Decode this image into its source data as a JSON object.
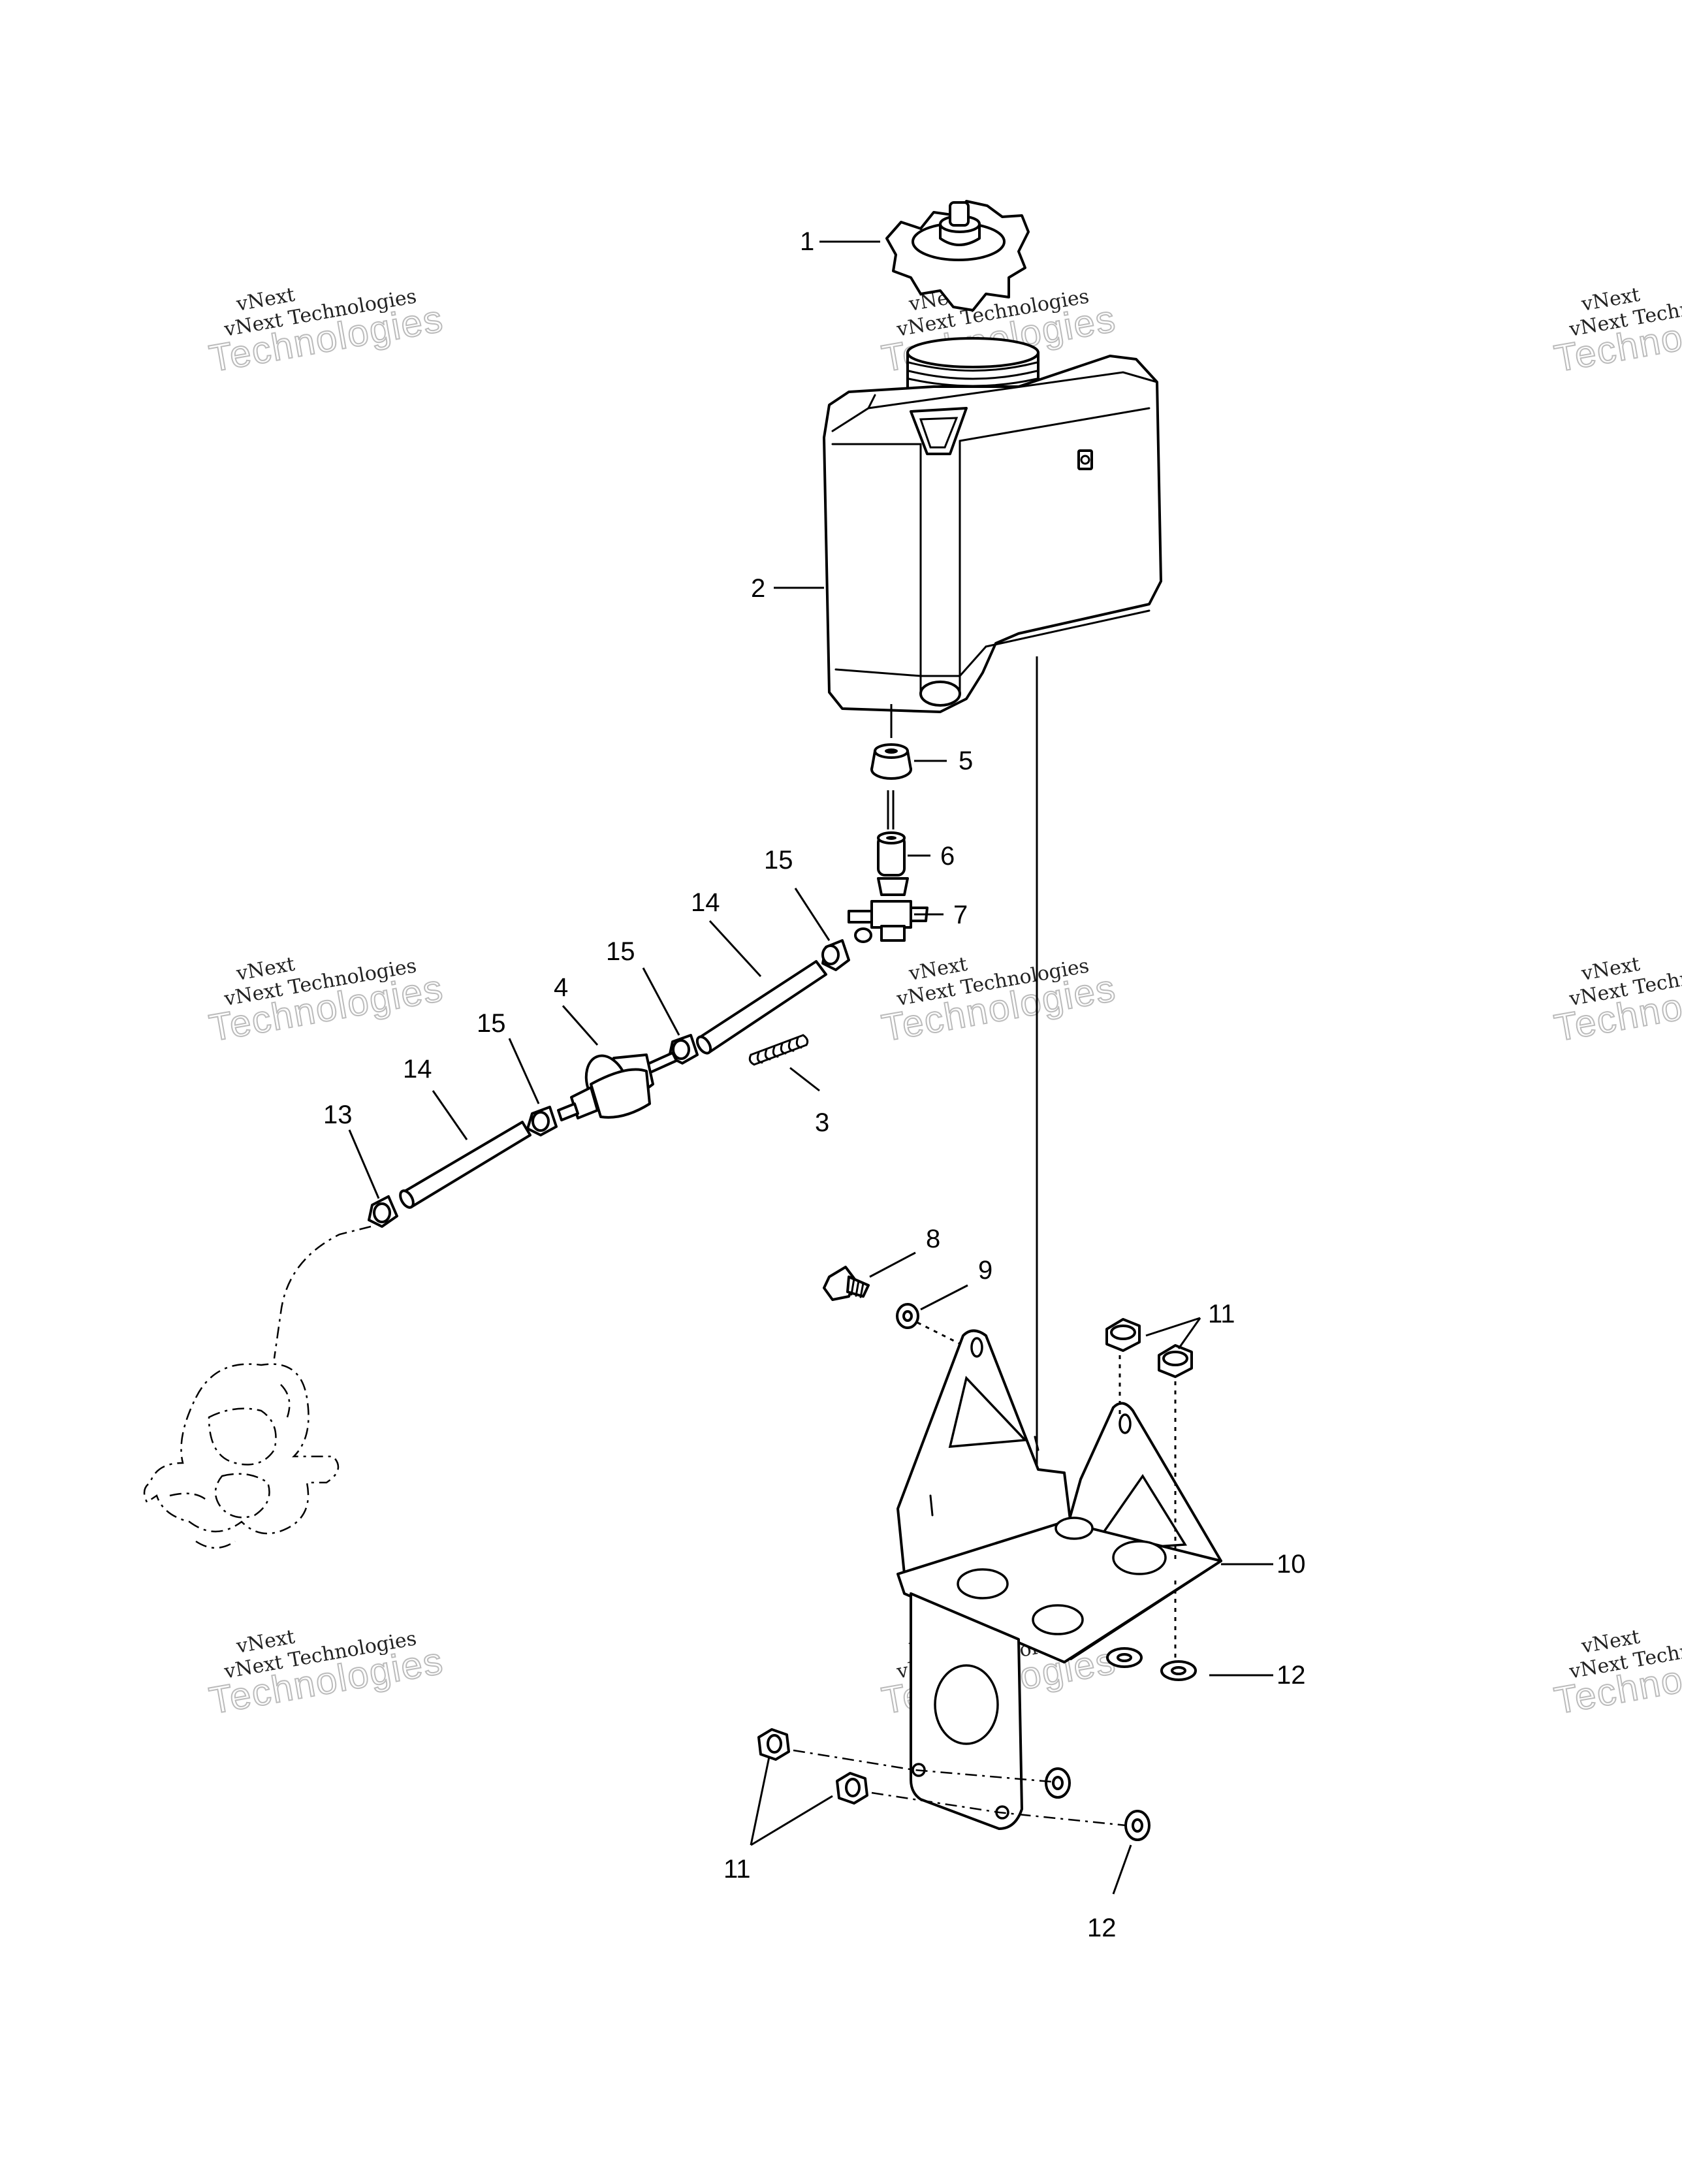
{
  "watermark": {
    "line1": "vNext",
    "line2": "vNext Technologies",
    "line3": "Technologies"
  },
  "callouts": {
    "c1": "1",
    "c2": "2",
    "c3": "3",
    "c4": "4",
    "c5": "5",
    "c6": "6",
    "c7": "7",
    "c8": "8",
    "c9": "9",
    "c10": "10",
    "c11a": "11",
    "c11b": "11",
    "c12a": "12",
    "c12b": "12",
    "c13": "13",
    "c14a": "14",
    "c14b": "14",
    "c15a": "15",
    "c15b": "15",
    "c15c": "15"
  }
}
